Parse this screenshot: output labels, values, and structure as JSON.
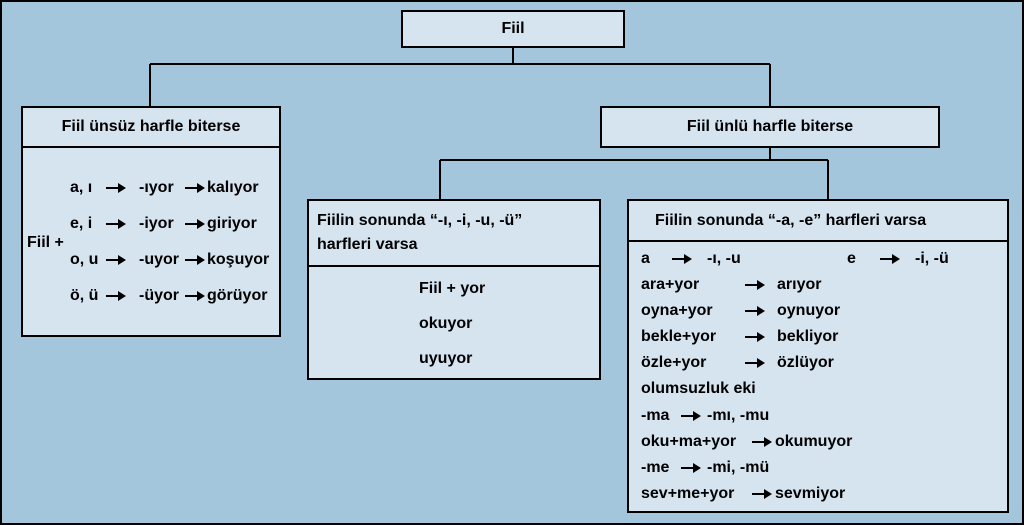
{
  "root": {
    "label": "Fiil"
  },
  "consonant_branch": {
    "title": "Fiil ünsüz harfle biterse",
    "prefix": "Fiil +",
    "rows": [
      {
        "vowels": "a, ı",
        "suffix": "-ıyor",
        "example": "kalıyor"
      },
      {
        "vowels": "e, i",
        "suffix": "-iyor",
        "example": "giriyor"
      },
      {
        "vowels": "o, u",
        "suffix": "-uyor",
        "example": "koşuyor"
      },
      {
        "vowels": "ö, ü",
        "suffix": "-üyor",
        "example": "görüyor"
      }
    ]
  },
  "vowel_branch": {
    "title": "Fiil ünlü harfle biterse",
    "high_vowel": {
      "title_line1": "Fiilin sonunda “-ı, -i, -u, -ü”",
      "title_line2": "harfleri varsa",
      "lines": [
        "Fiil + yor",
        "okuyor",
        "uyuyor"
      ]
    },
    "low_vowel": {
      "title": "Fiilin sonunda “-a, -e” harfleri varsa",
      "rule_a": {
        "from": "a",
        "to": "-ı, -u"
      },
      "rule_e": {
        "from": "e",
        "to": "-i, -ü"
      },
      "examples": [
        {
          "input": "ara+yor",
          "output": "arıyor"
        },
        {
          "input": "oyna+yor",
          "output": "oynuyor"
        },
        {
          "input": "bekle+yor",
          "output": "bekliyor"
        },
        {
          "input": "özle+yor",
          "output": "özlüyor"
        }
      ],
      "negative_title": "olumsuzluk eki",
      "negative_rules": [
        {
          "from": "-ma",
          "to": "-mı, -mu"
        },
        {
          "input": "oku+ma+yor",
          "output": "okumuyor"
        },
        {
          "from": "-me",
          "to": "-mi, -mü"
        },
        {
          "input": "sev+me+yor",
          "output": "sevmiyor"
        }
      ]
    }
  }
}
